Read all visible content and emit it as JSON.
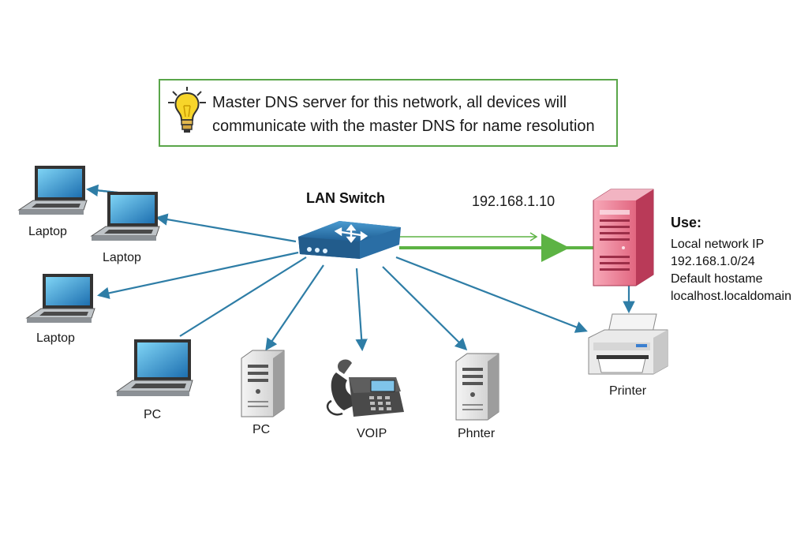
{
  "callout": {
    "icon": "lightbulb-icon",
    "line1": "Master DNS server for this network, all devices will",
    "line2": "communicate with the master DNS for name resolution"
  },
  "switch": {
    "title": "LAN Switch",
    "icon": "network-switch-icon"
  },
  "server": {
    "ip": "192.168.1.10",
    "icon": "dns-server-icon",
    "color": "#e45d78",
    "use_title": "Use:",
    "use_lines": [
      "Local network IP",
      "192.168.1.0/24",
      "Default hostame",
      "localhost.localdomain"
    ]
  },
  "devices": [
    {
      "id": "laptop-1",
      "label": "Laptop",
      "icon": "laptop-icon"
    },
    {
      "id": "laptop-2",
      "label": "Laptop",
      "icon": "laptop-icon"
    },
    {
      "id": "laptop-3",
      "label": "Laptop",
      "icon": "laptop-icon"
    },
    {
      "id": "pc-laptop",
      "label": "PC",
      "icon": "laptop-icon"
    },
    {
      "id": "pc-tower",
      "label": "PC",
      "icon": "tower-pc-icon"
    },
    {
      "id": "voip",
      "label": "VOIP",
      "icon": "voip-phone-icon"
    },
    {
      "id": "tower-printer",
      "label": "Phnter",
      "icon": "tower-pc-icon"
    },
    {
      "id": "printer",
      "label": "Printer",
      "icon": "printer-icon"
    }
  ],
  "colors": {
    "link": "#2e7da6",
    "uplink": "#5db344",
    "callout_border": "#5aa64a"
  }
}
